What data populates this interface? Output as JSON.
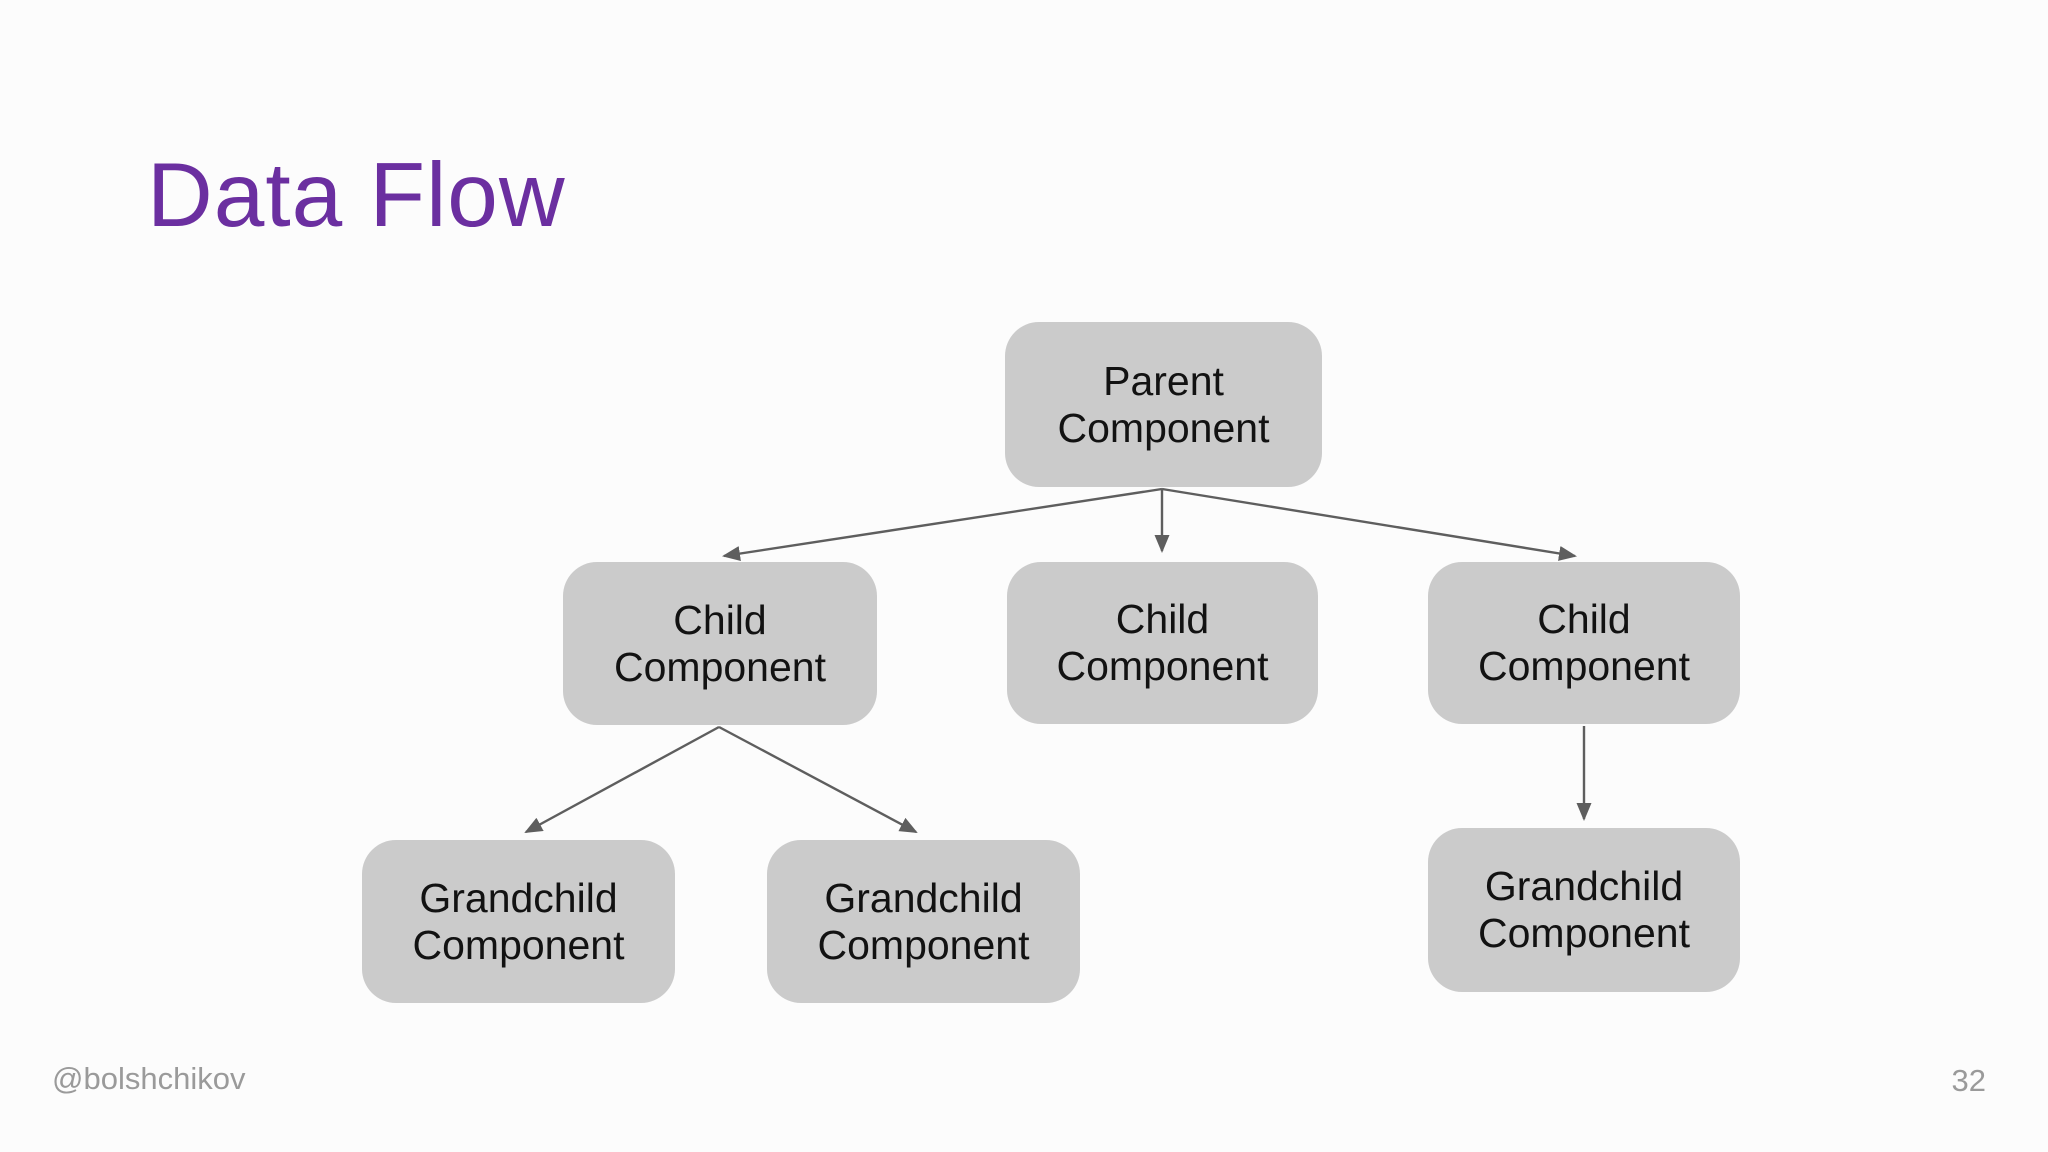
{
  "slide": {
    "title": "Data Flow",
    "footer": {
      "handle": "@bolshchikov",
      "page_number": "32"
    }
  },
  "colors": {
    "background": "#FCFCFC",
    "title": "#6B2FA0",
    "box_fill": "#CBCBCB",
    "box_text": "#121212",
    "arrow": "#5E5E5E",
    "footer": "#9A9A9A"
  },
  "diagram": {
    "nodes": [
      {
        "id": "parent",
        "label": "Parent Component"
      },
      {
        "id": "child-1",
        "label": "Child Component"
      },
      {
        "id": "child-2",
        "label": "Child Component"
      },
      {
        "id": "child-3",
        "label": "Child Component"
      },
      {
        "id": "grandchild-1",
        "label": "Grandchild Component"
      },
      {
        "id": "grandchild-2",
        "label": "Grandchild Component"
      },
      {
        "id": "grandchild-3",
        "label": "Grandchild Component"
      }
    ],
    "edges": [
      {
        "from": "parent",
        "to": "child-1"
      },
      {
        "from": "parent",
        "to": "child-2"
      },
      {
        "from": "parent",
        "to": "child-3"
      },
      {
        "from": "child-1",
        "to": "grandchild-1"
      },
      {
        "from": "child-1",
        "to": "grandchild-2"
      },
      {
        "from": "child-3",
        "to": "grandchild-3"
      }
    ]
  }
}
